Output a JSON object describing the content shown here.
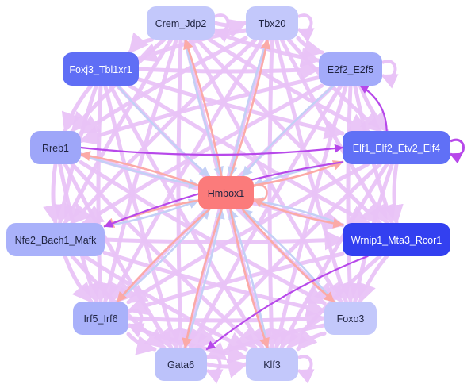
{
  "colors": {
    "edge_light": "#e9c3f7",
    "edge_purple": "#b748ea",
    "edge_salmon": "#fbaaa7",
    "edge_blue": "#c4d0f6",
    "text_dark": "#1f2340",
    "text_light": "#ffffff"
  },
  "nodes": [
    {
      "id": "hmbox1",
      "label": "Hmbox1",
      "color": "#fb7b7b",
      "text": "dark"
    },
    {
      "id": "crem",
      "label": "Crem_Jdp2",
      "color": "#c3c8fb",
      "text": "dark"
    },
    {
      "id": "tbx20",
      "label": "Tbx20",
      "color": "#c3c8fb",
      "text": "dark"
    },
    {
      "id": "foxj3",
      "label": "Foxj3_Tbl1xr1",
      "color": "#5f6ef5",
      "text": "light"
    },
    {
      "id": "e2f2",
      "label": "E2f2_E2f5",
      "color": "#a3abfa",
      "text": "dark"
    },
    {
      "id": "rreb1",
      "label": "Rreb1",
      "color": "#9ea6f9",
      "text": "dark"
    },
    {
      "id": "elf1",
      "label": "Elf1_Elf2_Etv2_Elf4",
      "color": "#6070f6",
      "text": "light"
    },
    {
      "id": "nfe2",
      "label": "Nfe2_Bach1_Mafk",
      "color": "#a9b1fa",
      "text": "dark"
    },
    {
      "id": "wrnip1",
      "label": "Wrnip1_Mta3_Rcor1",
      "color": "#3340f0",
      "text": "light"
    },
    {
      "id": "irf5",
      "label": "Irf5_Irf6",
      "color": "#a9b1fa",
      "text": "dark"
    },
    {
      "id": "foxo3",
      "label": "Foxo3",
      "color": "#c3c8fb",
      "text": "dark"
    },
    {
      "id": "gata6",
      "label": "Gata6",
      "color": "#bcc2fa",
      "text": "dark"
    },
    {
      "id": "klf3",
      "label": "Klf3",
      "color": "#c3c8fb",
      "text": "dark"
    }
  ],
  "edges": [
    {
      "from": "crem",
      "to": "tbx20",
      "style": "light"
    },
    {
      "from": "crem",
      "to": "foxj3",
      "style": "light"
    },
    {
      "from": "crem",
      "to": "e2f2",
      "style": "light"
    },
    {
      "from": "crem",
      "to": "rreb1",
      "style": "light"
    },
    {
      "from": "crem",
      "to": "elf1",
      "style": "light"
    },
    {
      "from": "crem",
      "to": "nfe2",
      "style": "light"
    },
    {
      "from": "crem",
      "to": "wrnip1",
      "style": "light"
    },
    {
      "from": "crem",
      "to": "irf5",
      "style": "light"
    },
    {
      "from": "crem",
      "to": "foxo3",
      "style": "light"
    },
    {
      "from": "crem",
      "to": "gata6",
      "style": "light"
    },
    {
      "from": "crem",
      "to": "klf3",
      "style": "light"
    },
    {
      "from": "crem",
      "to": "hmbox1",
      "style": "blue"
    },
    {
      "from": "tbx20",
      "to": "foxj3",
      "style": "light"
    },
    {
      "from": "tbx20",
      "to": "e2f2",
      "style": "light"
    },
    {
      "from": "tbx20",
      "to": "rreb1",
      "style": "light"
    },
    {
      "from": "tbx20",
      "to": "elf1",
      "style": "light"
    },
    {
      "from": "tbx20",
      "to": "nfe2",
      "style": "light"
    },
    {
      "from": "tbx20",
      "to": "wrnip1",
      "style": "light"
    },
    {
      "from": "tbx20",
      "to": "irf5",
      "style": "light"
    },
    {
      "from": "tbx20",
      "to": "foxo3",
      "style": "light"
    },
    {
      "from": "tbx20",
      "to": "gata6",
      "style": "light"
    },
    {
      "from": "tbx20",
      "to": "klf3",
      "style": "light"
    },
    {
      "from": "tbx20",
      "to": "hmbox1",
      "style": "blue"
    },
    {
      "from": "foxj3",
      "to": "e2f2",
      "style": "light"
    },
    {
      "from": "foxj3",
      "to": "rreb1",
      "style": "light"
    },
    {
      "from": "foxj3",
      "to": "elf1",
      "style": "light"
    },
    {
      "from": "foxj3",
      "to": "nfe2",
      "style": "light"
    },
    {
      "from": "foxj3",
      "to": "wrnip1",
      "style": "light"
    },
    {
      "from": "foxj3",
      "to": "irf5",
      "style": "light"
    },
    {
      "from": "foxj3",
      "to": "foxo3",
      "style": "light"
    },
    {
      "from": "foxj3",
      "to": "gata6",
      "style": "light"
    },
    {
      "from": "foxj3",
      "to": "klf3",
      "style": "light"
    },
    {
      "from": "foxj3",
      "to": "hmbox1",
      "style": "blue"
    },
    {
      "from": "e2f2",
      "to": "rreb1",
      "style": "light"
    },
    {
      "from": "e2f2",
      "to": "elf1",
      "style": "light"
    },
    {
      "from": "e2f2",
      "to": "nfe2",
      "style": "light"
    },
    {
      "from": "e2f2",
      "to": "wrnip1",
      "style": "light"
    },
    {
      "from": "e2f2",
      "to": "irf5",
      "style": "light"
    },
    {
      "from": "e2f2",
      "to": "foxo3",
      "style": "light"
    },
    {
      "from": "e2f2",
      "to": "gata6",
      "style": "light"
    },
    {
      "from": "e2f2",
      "to": "klf3",
      "style": "light"
    },
    {
      "from": "e2f2",
      "to": "hmbox1",
      "style": "blue"
    },
    {
      "from": "rreb1",
      "to": "elf1",
      "style": "purple"
    },
    {
      "from": "rreb1",
      "to": "nfe2",
      "style": "light"
    },
    {
      "from": "rreb1",
      "to": "wrnip1",
      "style": "light"
    },
    {
      "from": "rreb1",
      "to": "irf5",
      "style": "light"
    },
    {
      "from": "rreb1",
      "to": "foxo3",
      "style": "light"
    },
    {
      "from": "rreb1",
      "to": "gata6",
      "style": "light"
    },
    {
      "from": "rreb1",
      "to": "klf3",
      "style": "light"
    },
    {
      "from": "rreb1",
      "to": "hmbox1",
      "style": "blue"
    },
    {
      "from": "elf1",
      "to": "e2f2",
      "style": "purple"
    },
    {
      "from": "elf1",
      "to": "nfe2",
      "style": "purple"
    },
    {
      "from": "elf1",
      "to": "wrnip1",
      "style": "light"
    },
    {
      "from": "elf1",
      "to": "irf5",
      "style": "light"
    },
    {
      "from": "elf1",
      "to": "foxo3",
      "style": "light"
    },
    {
      "from": "elf1",
      "to": "gata6",
      "style": "light"
    },
    {
      "from": "elf1",
      "to": "klf3",
      "style": "light"
    },
    {
      "from": "elf1",
      "to": "hmbox1",
      "style": "blue"
    },
    {
      "from": "nfe2",
      "to": "wrnip1",
      "style": "light"
    },
    {
      "from": "nfe2",
      "to": "irf5",
      "style": "light"
    },
    {
      "from": "nfe2",
      "to": "foxo3",
      "style": "light"
    },
    {
      "from": "nfe2",
      "to": "gata6",
      "style": "light"
    },
    {
      "from": "nfe2",
      "to": "klf3",
      "style": "light"
    },
    {
      "from": "nfe2",
      "to": "hmbox1",
      "style": "blue"
    },
    {
      "from": "wrnip1",
      "to": "irf5",
      "style": "light"
    },
    {
      "from": "wrnip1",
      "to": "foxo3",
      "style": "light"
    },
    {
      "from": "wrnip1",
      "to": "gata6",
      "style": "purple"
    },
    {
      "from": "wrnip1",
      "to": "klf3",
      "style": "light"
    },
    {
      "from": "wrnip1",
      "to": "hmbox1",
      "style": "blue"
    },
    {
      "from": "irf5",
      "to": "foxo3",
      "style": "light"
    },
    {
      "from": "irf5",
      "to": "gata6",
      "style": "light"
    },
    {
      "from": "irf5",
      "to": "klf3",
      "style": "light"
    },
    {
      "from": "irf5",
      "to": "hmbox1",
      "style": "blue"
    },
    {
      "from": "foxo3",
      "to": "gata6",
      "style": "light"
    },
    {
      "from": "foxo3",
      "to": "klf3",
      "style": "light"
    },
    {
      "from": "foxo3",
      "to": "hmbox1",
      "style": "blue"
    },
    {
      "from": "gata6",
      "to": "klf3",
      "style": "light"
    },
    {
      "from": "gata6",
      "to": "hmbox1",
      "style": "blue"
    },
    {
      "from": "klf3",
      "to": "hmbox1",
      "style": "blue"
    },
    {
      "from": "hmbox1",
      "to": "rreb1",
      "style": "salmon"
    },
    {
      "from": "hmbox1",
      "to": "elf1",
      "style": "salmon"
    },
    {
      "from": "hmbox1",
      "to": "nfe2",
      "style": "salmon"
    },
    {
      "from": "hmbox1",
      "to": "wrnip1",
      "style": "salmon"
    },
    {
      "from": "hmbox1",
      "to": "tbx20",
      "style": "salmon"
    },
    {
      "from": "hmbox1",
      "to": "crem",
      "style": "salmon"
    },
    {
      "from": "hmbox1",
      "to": "gata6",
      "style": "salmon"
    },
    {
      "from": "hmbox1",
      "to": "klf3",
      "style": "salmon"
    },
    {
      "from": "hmbox1",
      "to": "irf5",
      "style": "salmon"
    },
    {
      "from": "hmbox1",
      "to": "foxo3",
      "style": "salmon"
    }
  ],
  "self_loops": [
    "hmbox1",
    "crem",
    "tbx20",
    "e2f2",
    "elf1",
    "gata6",
    "klf3",
    "irf5"
  ]
}
